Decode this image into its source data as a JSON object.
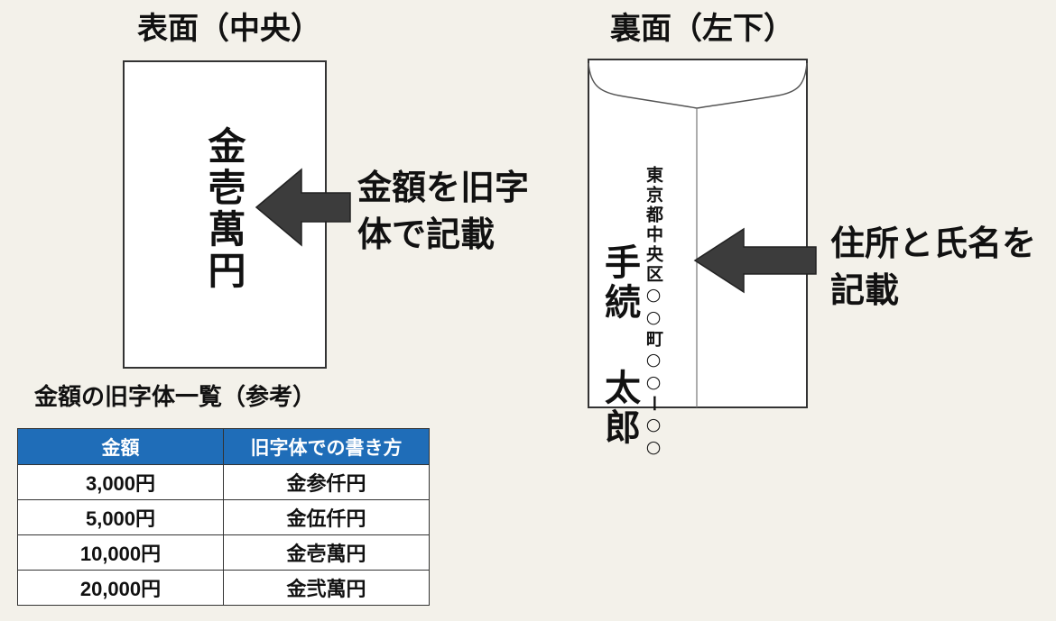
{
  "front": {
    "heading": "表面（中央）",
    "amount_vertical": "金壱萬円",
    "callout_line1": "金額を旧字",
    "callout_line2": "体で記載"
  },
  "back": {
    "heading": "裏面（左下）",
    "address_vertical": "東京都中央区○○町○○ー○○",
    "name_vertical": "手続 太郎",
    "callout_line1": "住所と氏名を",
    "callout_line2": "記載"
  },
  "reference_table": {
    "title": "金額の旧字体一覧（参考）",
    "headers": [
      "金額",
      "旧字体での書き方"
    ],
    "rows": [
      [
        "3,000円",
        "金参仟円"
      ],
      [
        "5,000円",
        "金伍仟円"
      ],
      [
        "10,000円",
        "金壱萬円"
      ],
      [
        "20,000円",
        "金弐萬円"
      ]
    ]
  },
  "colors": {
    "table_header": "#1f6db8",
    "arrow": "#3c3c3c",
    "background": "#f3f1ea"
  },
  "icons": {
    "front_arrow": "left-arrow-icon",
    "back_arrow": "left-arrow-icon"
  }
}
